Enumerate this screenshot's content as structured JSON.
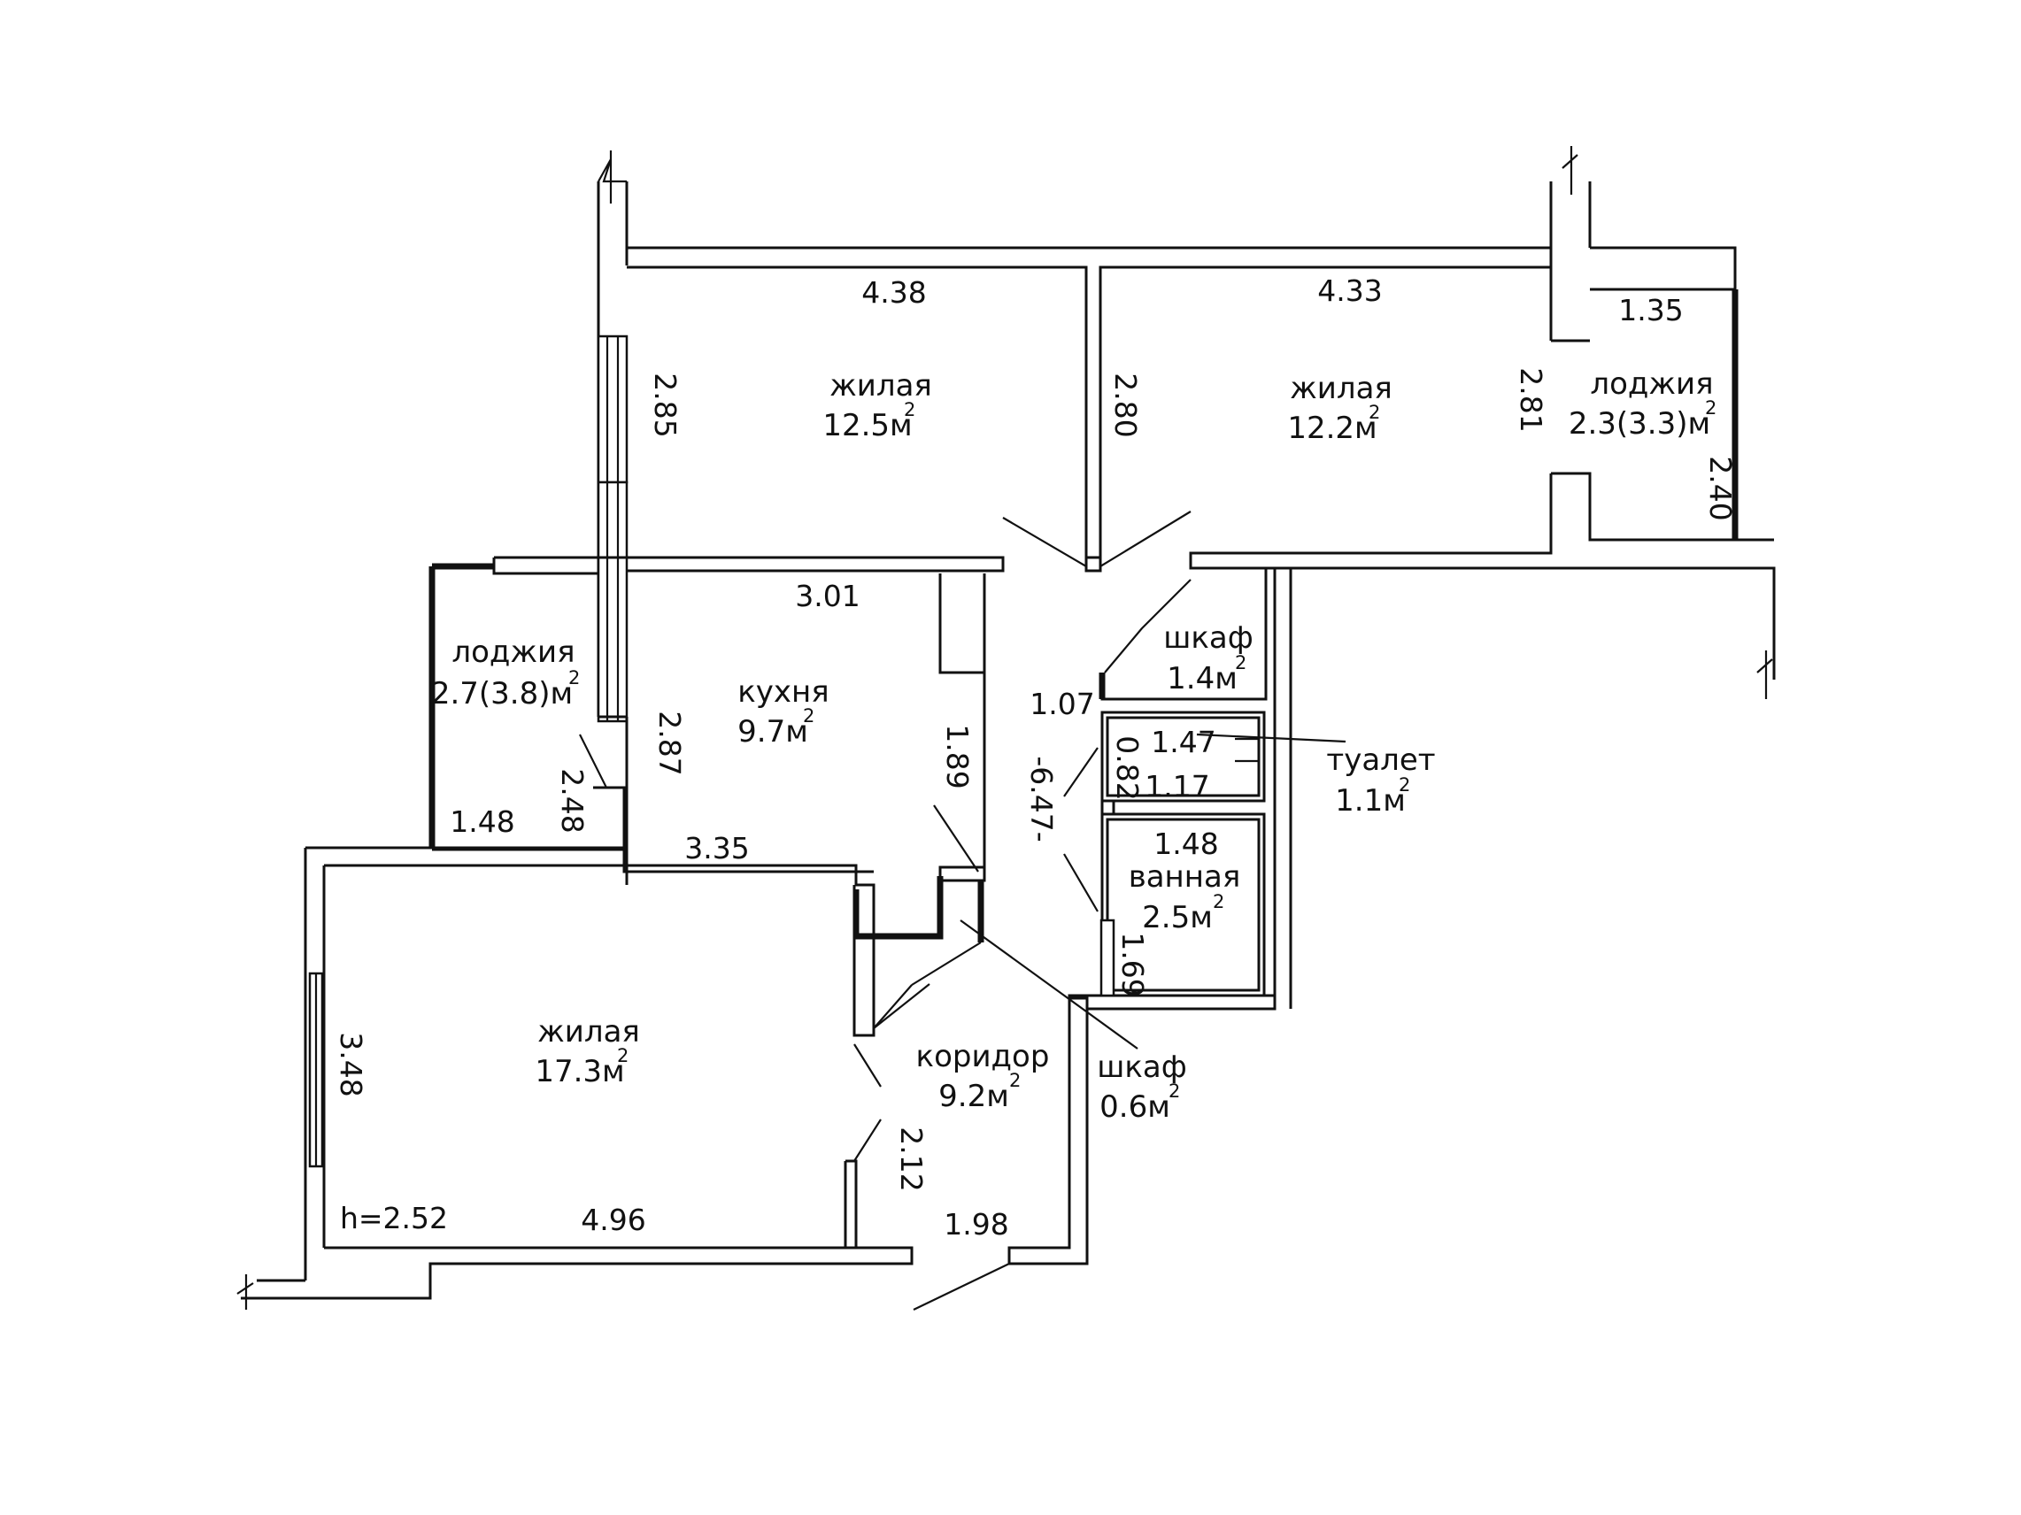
{
  "rooms": {
    "living_1": {
      "name": "жилая",
      "area": "12.5м",
      "sup": "2"
    },
    "living_2": {
      "name": "жилая",
      "area": "12.2м",
      "sup": "2"
    },
    "living_3": {
      "name": "жилая",
      "area": "17.3м",
      "sup": "2"
    },
    "loggia_right": {
      "name": "лоджия",
      "area": "2.3(3.3)м",
      "sup": "2"
    },
    "loggia_left": {
      "name": "лоджия",
      "area": "2.7(3.8)м",
      "sup": "2"
    },
    "kitchen": {
      "name": "кухня",
      "area": "9.7м",
      "sup": "2"
    },
    "closet_1": {
      "name": "шкаф",
      "area": "1.4м",
      "sup": "2"
    },
    "toilet": {
      "name": "туалет",
      "area": "1.1м",
      "sup": "2"
    },
    "bathroom": {
      "name": "ванная",
      "area": "2.5м",
      "sup": "2"
    },
    "corridor": {
      "name": "коридор",
      "area": "9.2м",
      "sup": "2"
    },
    "closet_2": {
      "name": "шкаф",
      "area": "0.6м",
      "sup": "2"
    }
  },
  "dimensions": {
    "living1_width": "4.38",
    "living1_height": "2.85",
    "partition_height": "2.80",
    "living2_width": "4.33",
    "loggia_right_width": "1.35",
    "loggia_right_depth": "2.81",
    "loggia_right_length": "2.40",
    "kitchen_width": "3.01",
    "kitchen_height": "2.87",
    "kitchen_bottom": "3.35",
    "kitchen_side": "1.89",
    "loggia_left_depth": "2.48",
    "loggia_left_width": "1.48",
    "closet_width": "1.07",
    "corridor_length": "-6.47-",
    "toilet_width": "1.47",
    "toilet_depth": "0.82",
    "toilet_inner": "1.17",
    "bath_width": "1.48",
    "bath_depth": "1.69",
    "living3_height": "3.48",
    "living3_width": "4.96",
    "ceiling": "h=2.52",
    "corridor_side": "2.12",
    "corridor_width": "1.98"
  }
}
